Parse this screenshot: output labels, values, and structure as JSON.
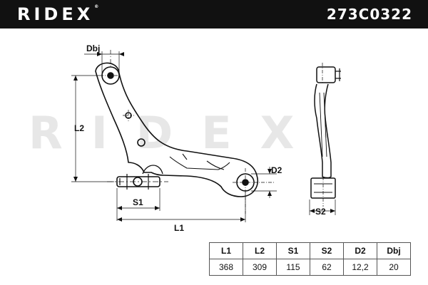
{
  "header": {
    "brand": "RIDEX",
    "brand_mark": "®",
    "part_number": "273C0322",
    "background_color": "#111111"
  },
  "watermark": {
    "text": "RIDEX",
    "mark": "®"
  },
  "drawing": {
    "dimension_labels": {
      "dbj": "Dbj",
      "l2": "L2",
      "d2": "D2",
      "s1": "S1",
      "l1": "L1",
      "s2": "S2"
    }
  },
  "specs": {
    "headers": [
      "L1",
      "L2",
      "S1",
      "S2",
      "D2",
      "Dbj"
    ],
    "values": [
      "368",
      "309",
      "115",
      "62",
      "12,2",
      "20"
    ]
  }
}
